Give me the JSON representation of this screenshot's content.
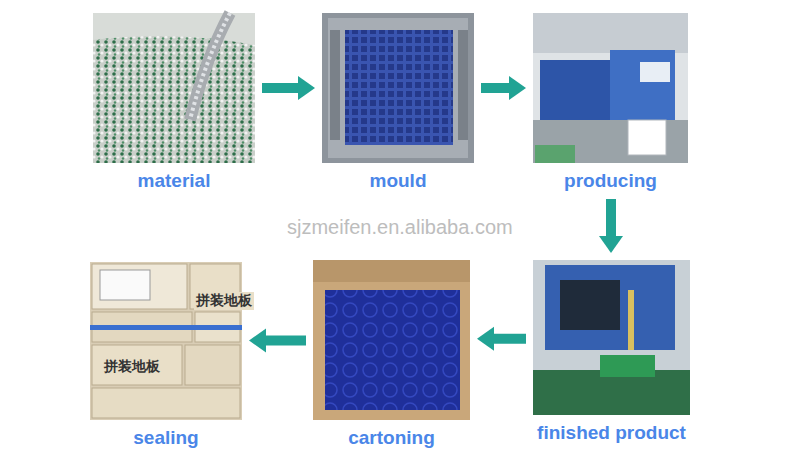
{
  "diagram": {
    "nodes": [
      {
        "text": [
          "material"
        ]
      },
      {
        "text": [
          "mould"
        ]
      },
      {
        "text": [
          "producing"
        ]
      },
      {
        "text": [
          "sealing"
        ]
      },
      {
        "text": [
          "cartoning"
        ]
      },
      {
        "text": [
          "finished product"
        ]
      }
    ],
    "edges": [
      {
        "from": 0,
        "to": 1,
        "arrow": "to"
      },
      {
        "from": 1,
        "to": 2,
        "arrow": "to"
      },
      {
        "from": 2,
        "to": 5,
        "arrow": "to"
      },
      {
        "from": 5,
        "to": 4,
        "arrow": "to"
      },
      {
        "from": 4,
        "to": 3,
        "arrow": "to"
      }
    ],
    "labels": [
      "sjzmeifen.en.alibaba.com",
      "拼装地板",
      "拼装地板"
    ]
  }
}
